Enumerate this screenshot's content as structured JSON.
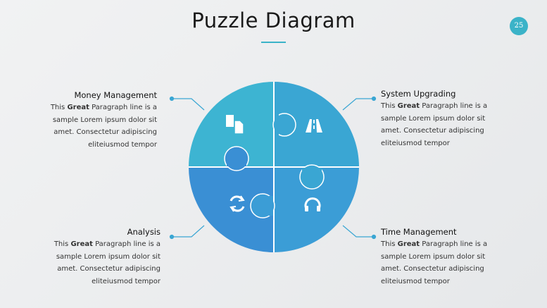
{
  "title": "Puzzle Diagram",
  "page_number": "25",
  "colors": {
    "accent": "#3bb3c8",
    "q1": "#3db4d2",
    "q2": "#3aa6d3",
    "q3": "#3a8fd4",
    "q4": "#3b9dd6"
  },
  "blocks": [
    {
      "heading": "Money Management",
      "pre": "This ",
      "bold": "Great",
      "post": " Paragraph line is a",
      "l2": "sample Lorem ipsum dolor sit",
      "l3": "amet. Consectetur adipiscing",
      "l4": "eliteiusmod tempor",
      "icon": "documents-icon"
    },
    {
      "heading": "System Upgrading",
      "pre": "This ",
      "bold": "Great",
      "post": " Paragraph line is a",
      "l2": "sample Lorem ipsum dolor sit",
      "l3": "amet. Consectetur adipiscing",
      "l4": "eliteiusmod tempor",
      "icon": "road-icon"
    },
    {
      "heading": "Analysis",
      "pre": "This ",
      "bold": "Great",
      "post": " Paragraph line is a",
      "l2": "sample Lorem ipsum dolor sit",
      "l3": "amet. Consectetur adipiscing",
      "l4": "eliteiusmod tempor",
      "icon": "refresh-icon"
    },
    {
      "heading": "Time Management",
      "pre": "This ",
      "bold": "Great",
      "post": " Paragraph line is a",
      "l2": "sample Lorem ipsum dolor sit",
      "l3": "amet. Consectetur adipiscing",
      "l4": "eliteiusmod tempor",
      "icon": "headphones-icon"
    }
  ]
}
